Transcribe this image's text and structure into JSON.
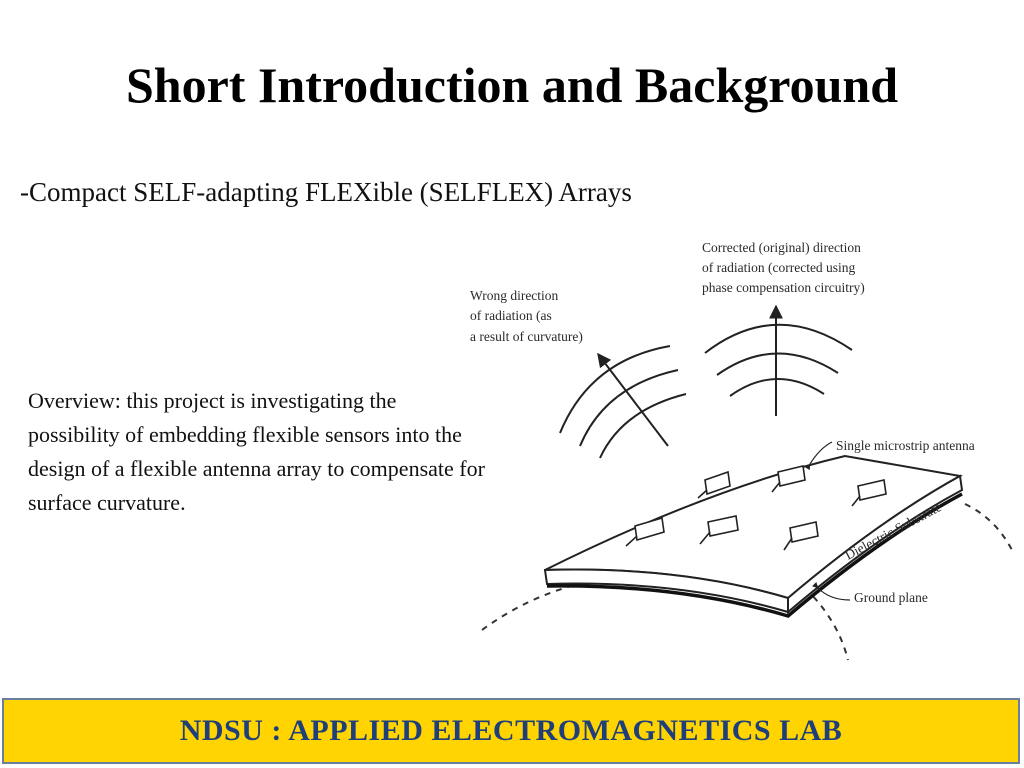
{
  "slide": {
    "title": "Short Introduction and Background",
    "subtitle": "-Compact SELF-adapting FLEXible (SELFLEX) Arrays",
    "overview": "Overview: this project is investigating the possibility of embedding flexible sensors into the design of a flexible antenna array to compensate for surface curvature."
  },
  "figure": {
    "wrong_direction_lines": [
      "Wrong direction",
      "of radiation (as",
      "a result of curvature)"
    ],
    "corrected_direction_lines": [
      "Corrected (original) direction",
      "of radiation (corrected using",
      "phase compensation circuitry)"
    ],
    "single_antenna_label": "Single microstrip antenna",
    "substrate_label": "Dielectric Substrate",
    "ground_plane_label": "Ground plane"
  },
  "footer": {
    "lab_name": "NDSU : APPLIED ELECTROMAGNETICS LAB"
  }
}
